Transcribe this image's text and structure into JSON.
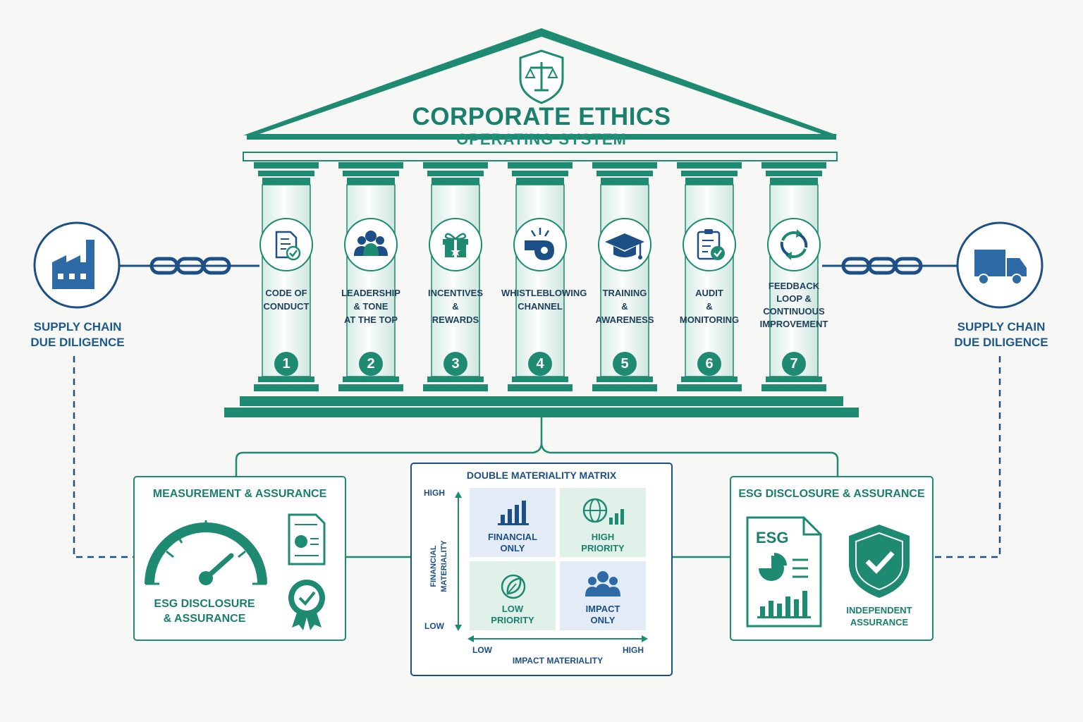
{
  "title": "CORPORATE ETHICS",
  "subtitle": "OPERATING SYSTEM",
  "pillars": [
    {
      "label_lines": [
        "CODE OF",
        "CONDUCT"
      ],
      "number": "1",
      "icon": "document-check-icon"
    },
    {
      "label_lines": [
        "LEADERSHIP",
        "& TONE",
        "AT THE TOP"
      ],
      "number": "2",
      "icon": "people-group-icon"
    },
    {
      "label_lines": [
        "INCENTIVES",
        "&",
        "REWARDS"
      ],
      "number": "3",
      "icon": "gift-star-icon"
    },
    {
      "label_lines": [
        "WHISTLEBLOWING",
        "CHANNEL"
      ],
      "number": "4",
      "icon": "whistle-icon"
    },
    {
      "label_lines": [
        "TRAINING",
        "&",
        "AWARENESS"
      ],
      "number": "5",
      "icon": "graduation-cap-icon"
    },
    {
      "label_lines": [
        "AUDIT",
        "&",
        "MONITORING"
      ],
      "number": "6",
      "icon": "clipboard-check-icon"
    },
    {
      "label_lines": [
        "FEEDBACK",
        "LOOP &",
        "CONTINUOUS",
        "IMPROVEMENT"
      ],
      "number": "7",
      "icon": "cycle-arrows-icon"
    }
  ],
  "supply_left": {
    "lines": [
      "SUPPLY CHAIN",
      "DUE DILIGENCE"
    ],
    "icon": "factory-icon"
  },
  "supply_right": {
    "lines": [
      "SUPPLY CHAIN",
      "DUE DILIGENCE"
    ],
    "icon": "truck-icon"
  },
  "measurement_box": {
    "title": "MEASUREMENT & ASSURANCE",
    "gauge_lines": [
      "ESG DISCLOSURE",
      "& ASSURANCE"
    ]
  },
  "matrix": {
    "title": "DOUBLE MATERIALITY MATRIX",
    "y_high": "HIGH",
    "y_low": "LOW",
    "y_axis_lines": [
      "FINANCIAL",
      "MATERIALITY"
    ],
    "x_low": "LOW",
    "x_high": "HIGH",
    "x_axis": "IMPACT MATERIALITY",
    "cells": {
      "top_left": [
        "FINANCIAL",
        "ONLY"
      ],
      "top_right": [
        "HIGH",
        "PRIORITY"
      ],
      "bottom_left": [
        "LOW",
        "PRIORITY"
      ],
      "bottom_right": [
        "IMPACT",
        "ONLY"
      ]
    }
  },
  "esg_box": {
    "title": "ESG DISCLOSURE & ASSURANCE",
    "doc_label": "ESG",
    "shield_lines": [
      "INDEPENDENT",
      "ASSURANCE"
    ]
  },
  "colors": {
    "teal": "#1e8a72",
    "navy": "#1c4f86",
    "background": "#f7f8f5"
  }
}
